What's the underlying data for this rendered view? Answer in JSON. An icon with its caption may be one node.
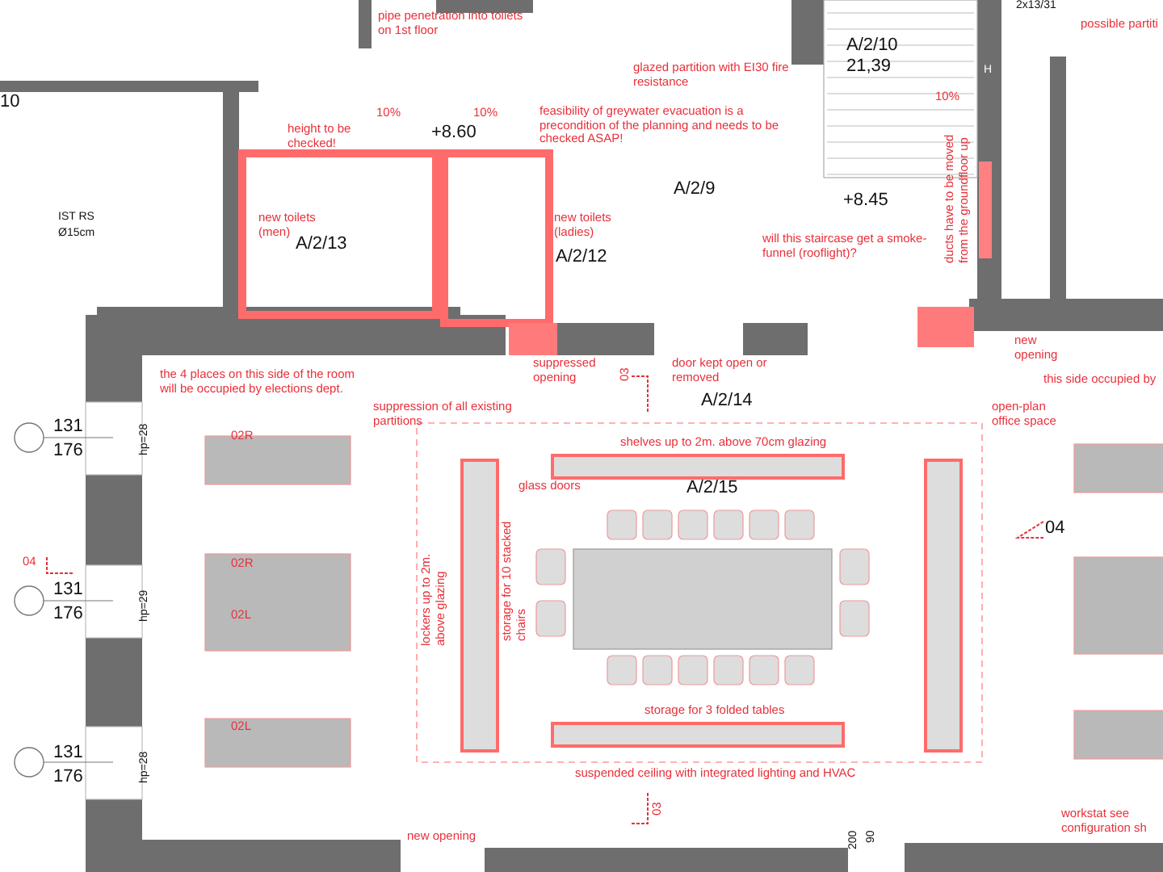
{
  "diagram": {
    "labels": [
      "10",
      "pipe penetration into toilets on 1st floor",
      "height to be checked!",
      "10%",
      "10%",
      "+8.60",
      "glazed partition with EI30 fire resistance",
      "feasibility of greywater evacuation is a precondition of the planning and needs to be checked ASAP!",
      "A/2/10",
      "21,39",
      "2x13/31",
      "possible partiti",
      "10%",
      "ducts have to be moved from the groundfloor up",
      "IST RS",
      "Ø15cm",
      "new toilets (men)",
      "A/2/13",
      "new toilets (ladies)",
      "A/2/12",
      "A/2/9",
      "+8.45",
      "will this staircase get a smoke-funnel (rooflight)?",
      "new opening",
      "the 4 places on this side of the room will be occupied by elections dept.",
      "suppressed opening",
      "03",
      "door kept open or removed",
      "A/2/14",
      "this side occupied by",
      "131",
      "176",
      "suppression of all existing partitions",
      "open-plan office space",
      "02R",
      "shelves up to 2m. above 70cm glazing",
      "hp=28",
      "glass doors",
      "A/2/15",
      "04",
      "04",
      "02R",
      "02L",
      "131",
      "176",
      "hp=29",
      "lockers up to 2m. above glazing",
      "storage for 10 stacked chairs",
      "storage for 3 folded tables",
      "02L",
      "131",
      "176",
      "hp=28",
      "suspended ceiling with integrated lighting and HVAC",
      "03",
      "new opening",
      "200",
      "90",
      "workstat see configuration sh",
      "H"
    ]
  }
}
